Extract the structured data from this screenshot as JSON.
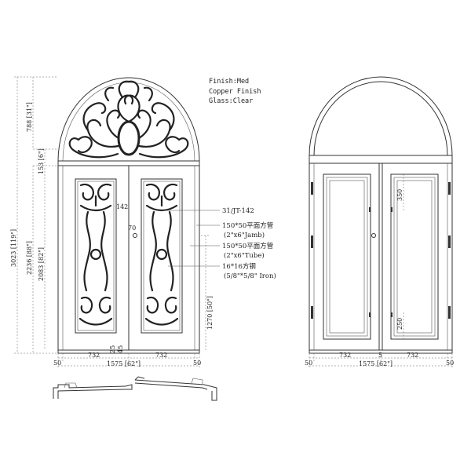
{
  "notes": {
    "finish": "Finish:Med",
    "copper": "Copper Finish",
    "glass": "Glass:Clear"
  },
  "callouts": {
    "model": "31/JT-142",
    "jamb_cn": "150*50平面方管",
    "jamb_en": "(2\"x6\"Jamb)",
    "tube_cn": "150*50平面方管",
    "tube_en": "(2\"x6\"Tube)",
    "iron_cn": "16*16方钢",
    "iron_en": "(5/8\"*5/8\" Iron)"
  },
  "dimensions": {
    "total_height": "3023 [119\"]",
    "arch_height": "788 [31\"]",
    "transom_height": "153 [6\"]",
    "frame_height": "2236 [88\"]",
    "door_height": "2083 [82\"]",
    "panel_inset": "142",
    "handle_height": "1270 [50\"]",
    "handle_offset": "70",
    "bottom_a": "25",
    "bottom_b": "45",
    "left_leaf_width": "732",
    "right_leaf_width": "732",
    "left_jamb": "50",
    "right_jamb": "50",
    "total_width": "1575 [62\"]",
    "rear_top_inset": "350",
    "rear_bottom_inset": "250",
    "rear_left_leaf": "732",
    "rear_right_leaf": "732",
    "rear_center_gap": "5",
    "rear_left_jamb": "50",
    "rear_right_jamb": "50",
    "rear_total_width": "1575 [62\"]"
  }
}
